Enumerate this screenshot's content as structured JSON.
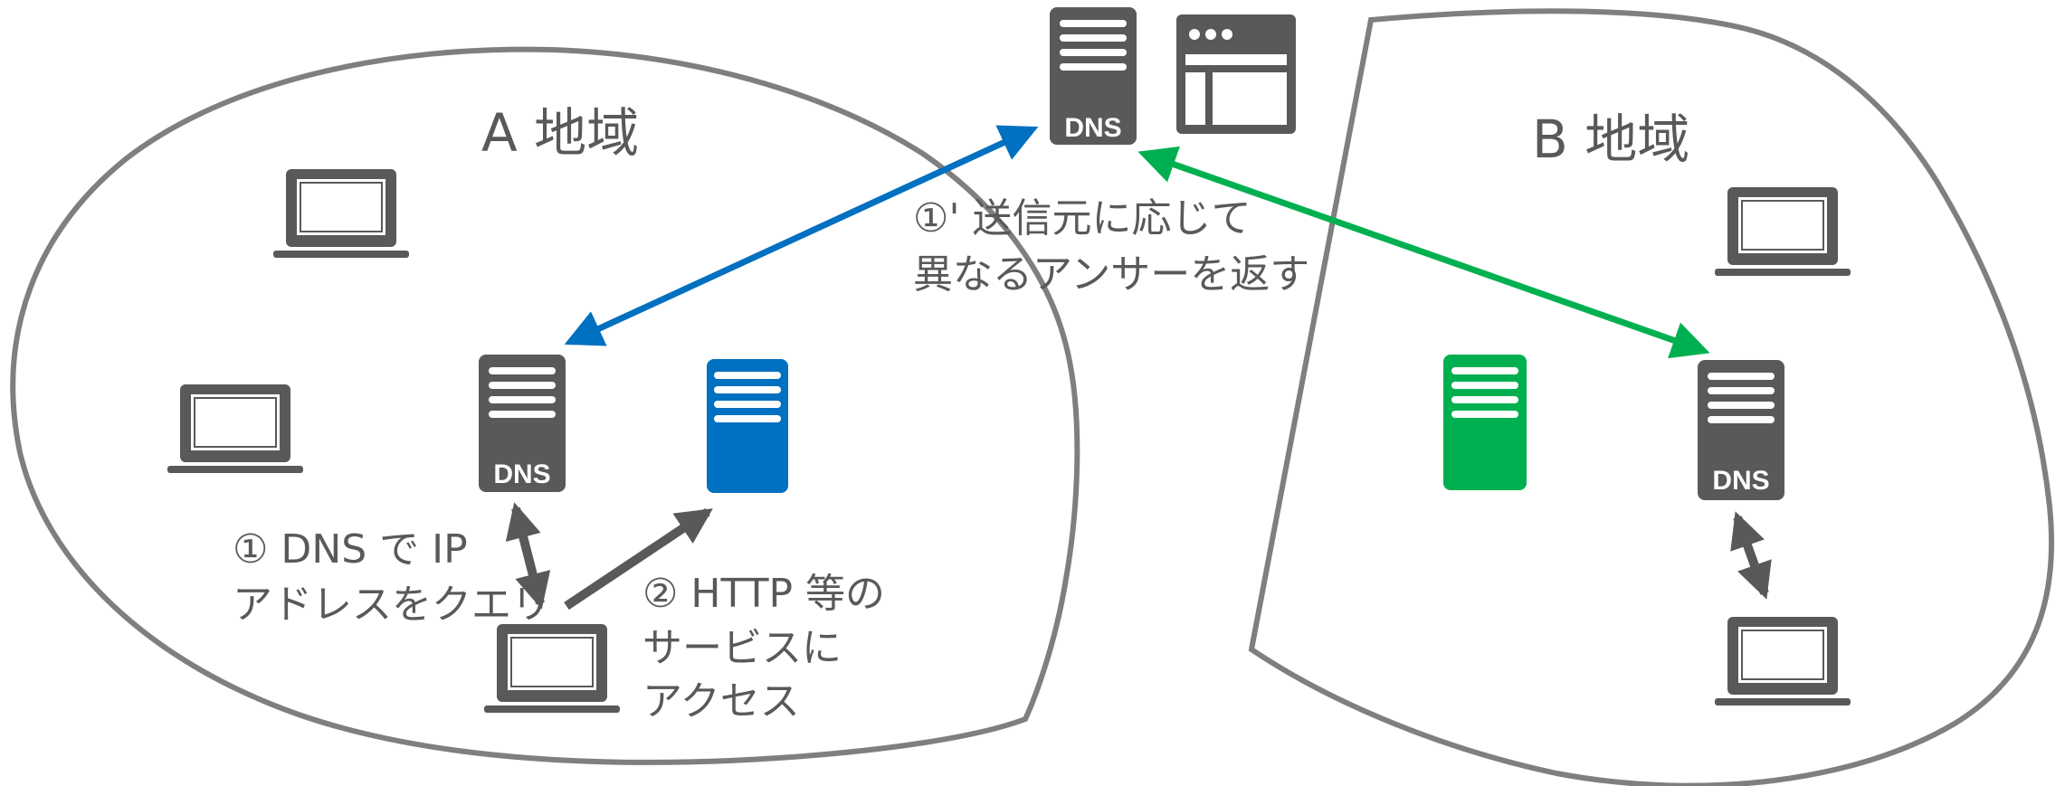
{
  "regions": {
    "a": {
      "label": "A 地域"
    },
    "b": {
      "label": "B 地域"
    }
  },
  "dns_label": "DNS",
  "notes": {
    "response": {
      "line1": "①' 送信元に応じて",
      "line2": "異なるアンサーを返す"
    },
    "query": {
      "line1": "① DNS で IP",
      "line2": "アドレスをクエリ"
    },
    "access": {
      "line1": "② HTTP 等の",
      "line2": "サービスに",
      "line3": "アクセス"
    }
  },
  "colors": {
    "outline": "#7f7f7f",
    "device": "#595959",
    "blue": "#0070c0",
    "green": "#00b050",
    "dark_arrow": "#595959",
    "text": "#595959"
  },
  "icons": [
    "laptop-icon",
    "server-icon",
    "browser-window-icon"
  ]
}
